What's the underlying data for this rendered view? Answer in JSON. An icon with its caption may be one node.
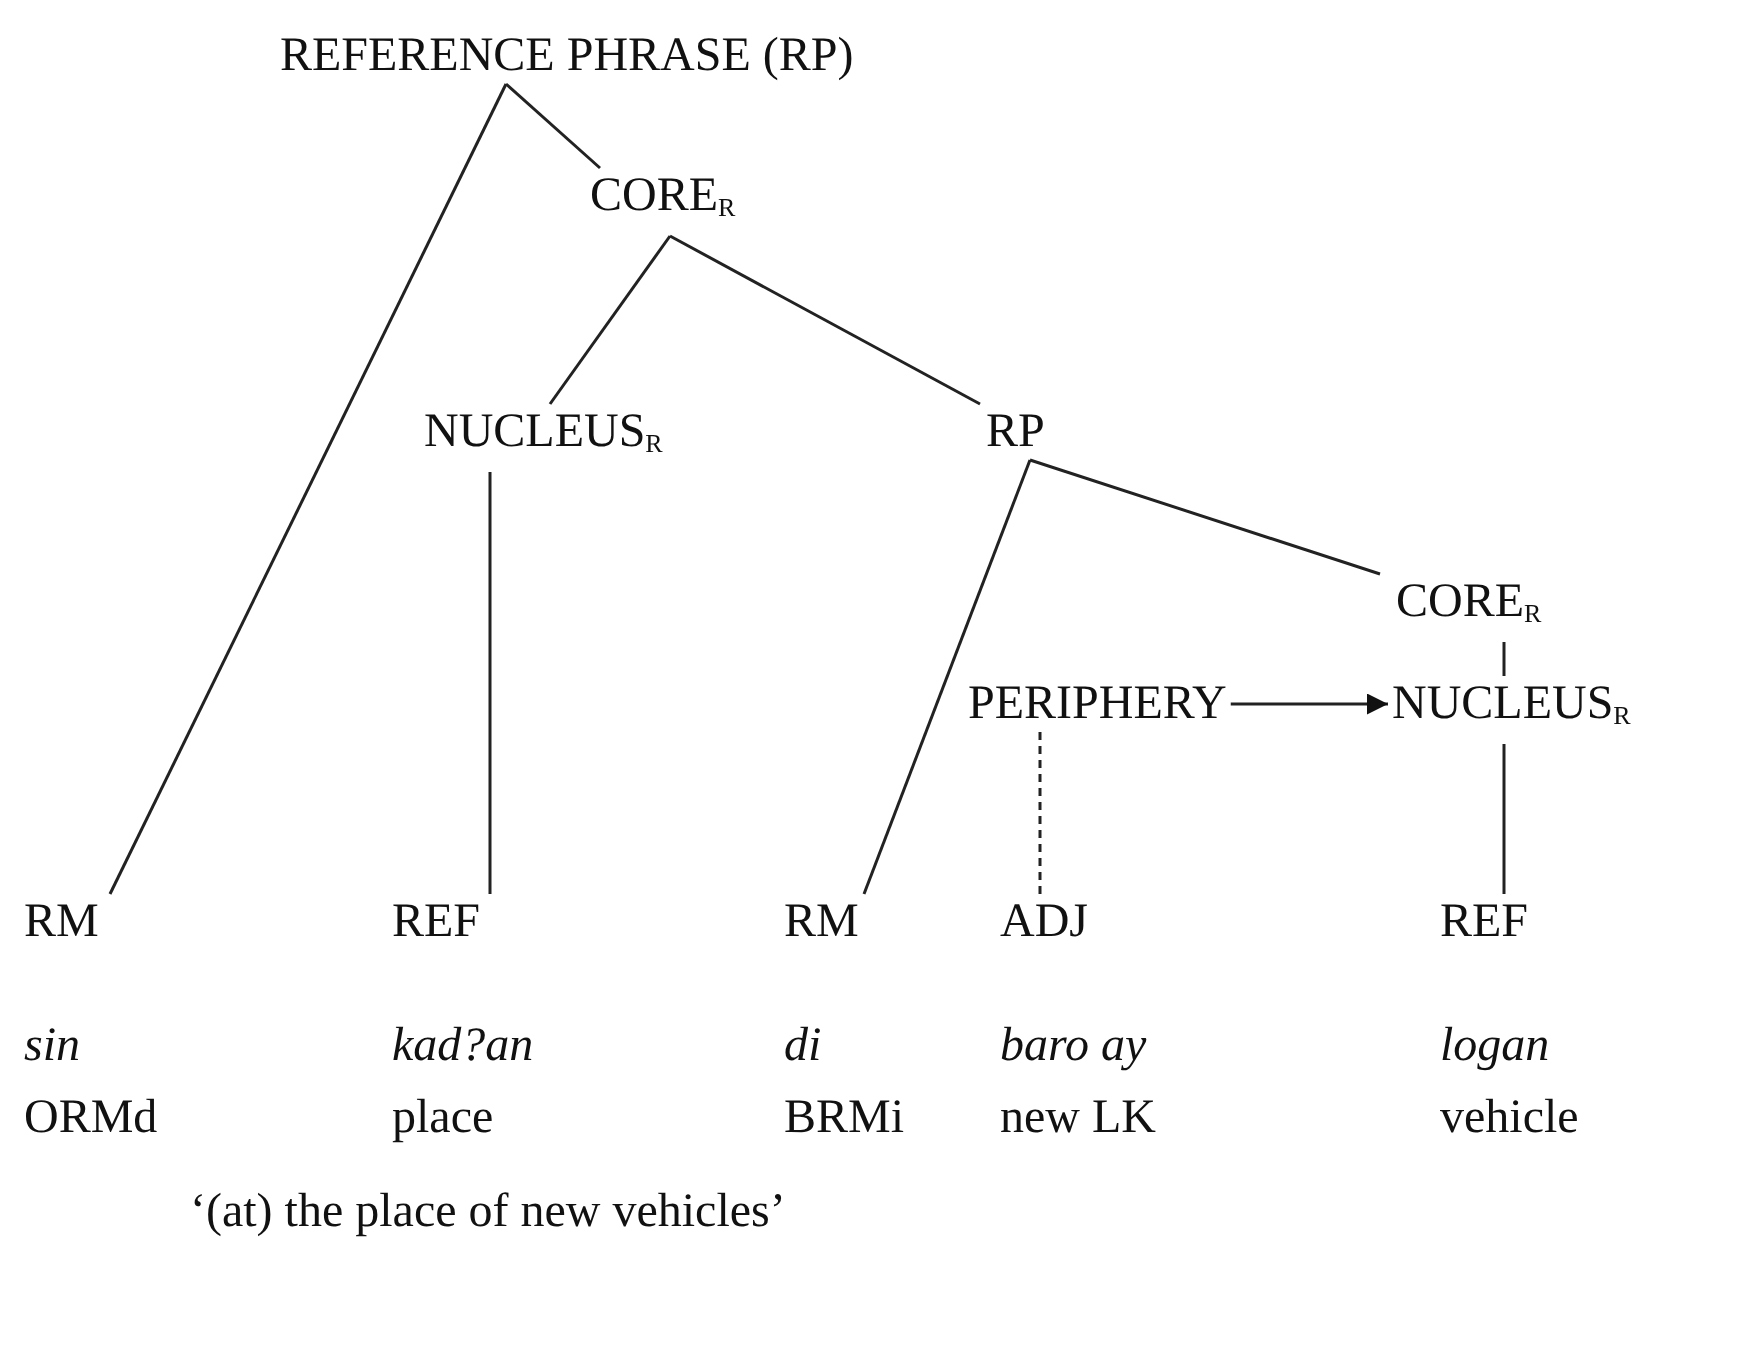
{
  "diagram": {
    "caption": "‘(at) the place of new vehicles’",
    "nodes": [
      {
        "text": [
          "REFERENCE PHRASE (RP)"
        ]
      },
      {
        "text": [
          "CORE$_{R}$"
        ]
      },
      {
        "text": [
          "NUCLEUS$_{R}$"
        ]
      },
      {
        "text": [
          "RP"
        ]
      },
      {
        "text": [
          "CORE$_{R}$"
        ]
      },
      {
        "text": [
          "PERIPHERY"
        ]
      },
      {
        "text": [
          "NUCLEUS$_{R}$"
        ]
      },
      {
        "text": [
          "RM"
        ],
        "beside": [
          "sin",
          "ORMd"
        ]
      },
      {
        "text": [
          "REF"
        ],
        "beside": [
          "kad?an",
          "place"
        ]
      },
      {
        "text": [
          "RM"
        ],
        "beside": [
          "di",
          "BRMi"
        ]
      },
      {
        "text": [
          "ADJ"
        ],
        "beside": [
          "baro ay",
          "new LK"
        ]
      },
      {
        "text": [
          "REF"
        ],
        "beside": [
          "logan",
          "vehicle"
        ]
      }
    ],
    "edges": [
      {
        "from": 0,
        "to": 7,
        "arrow": "none"
      },
      {
        "from": 0,
        "to": 1,
        "arrow": "none"
      },
      {
        "from": 1,
        "to": 2,
        "arrow": "none"
      },
      {
        "from": 1,
        "to": 3,
        "arrow": "none"
      },
      {
        "from": 2,
        "to": 8,
        "arrow": "none"
      },
      {
        "from": 3,
        "to": 9,
        "arrow": "none"
      },
      {
        "from": 3,
        "to": 4,
        "arrow": "none"
      },
      {
        "from": 4,
        "to": 6,
        "arrow": "none"
      },
      {
        "from": 5,
        "to": 6,
        "arrow": "to"
      },
      {
        "from": 5,
        "to": 10,
        "arrow": "none",
        "style": "dashed"
      },
      {
        "from": 6,
        "to": 11,
        "arrow": "none"
      }
    ]
  }
}
